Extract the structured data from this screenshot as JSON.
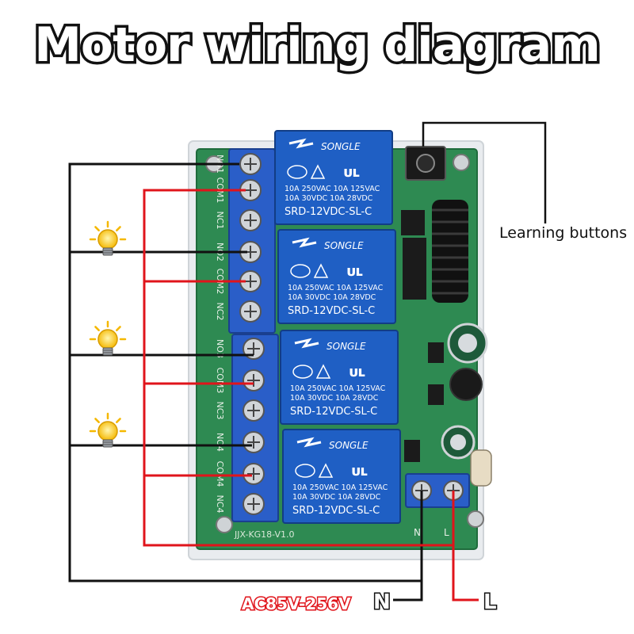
{
  "title": "Motor wiring diagram",
  "labels": {
    "learning_buttons": "Learning buttons",
    "voltage": "AC85V-256V",
    "neutral": "N",
    "live": "L"
  },
  "relays": [
    {
      "brand": "SONGLE",
      "rating1": "10A 250VAC  10A 125VAC",
      "rating2": "10A 30VDC  10A 28VDC",
      "model": "SRD-12VDC-SL-C"
    },
    {
      "brand": "SONGLE",
      "rating1": "10A 250VAC  10A 125VAC",
      "rating2": "10A 30VDC  10A 28VDC",
      "model": "SRD-12VDC-SL-C"
    },
    {
      "brand": "SONGLE",
      "rating1": "10A 250VAC  10A 125VAC",
      "rating2": "10A 30VDC  10A 28VDC",
      "model": "SRD-12VDC-SL-C"
    },
    {
      "brand": "SONGLE",
      "rating1": "10A 250VAC  10A 125VAC",
      "rating2": "10A 30VDC  10A 28VDC",
      "model": "SRD-12VDC-SL-C"
    }
  ],
  "terminals": [
    "NO1",
    "COM1",
    "NC1",
    "NO2",
    "COM2",
    "NC2",
    "NO3",
    "COM3",
    "NC3",
    "NO4",
    "COM4",
    "NC4"
  ],
  "board_label": "JJX-KG18-V1.0",
  "power_terminals": [
    "N",
    "L"
  ],
  "colors": {
    "pcb": "#2e8a52",
    "relay": "#1f5fc4",
    "terminal": "#2a5ec8",
    "wire_black": "#111111",
    "wire_red": "#e0141b",
    "bulb": "#f5b800"
  }
}
